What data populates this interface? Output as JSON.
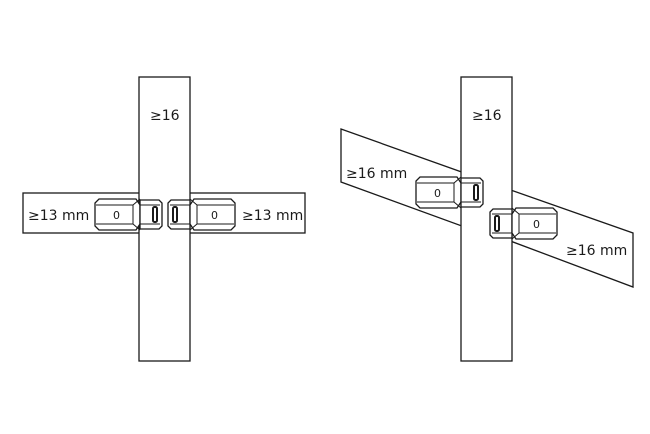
{
  "left_diagram": {
    "vertical_label": "≥16",
    "left_label": "≥13 mm",
    "right_label": "≥13 mm",
    "module_marks": [
      "0",
      "0"
    ]
  },
  "right_diagram": {
    "vertical_label": "≥16",
    "upper_label": "≥16 mm",
    "lower_label": "≥16 mm",
    "module_marks": [
      "0",
      "0"
    ]
  },
  "colors": {
    "line": "#1a1a1a",
    "background": "#ffffff"
  }
}
